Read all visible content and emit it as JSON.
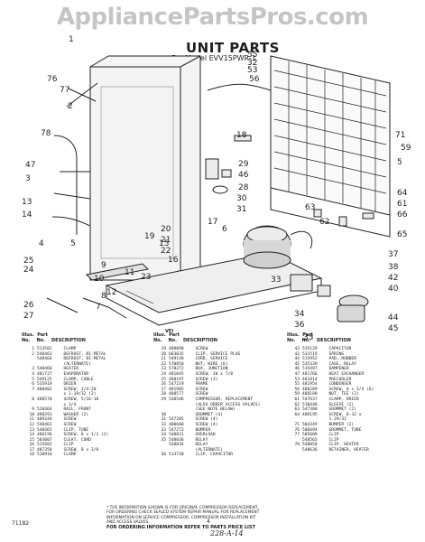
{
  "watermark": "AppliancePartsPros.com",
  "header": {
    "title": "UNIT PARTS",
    "subtitle": "For Model EVV15PWR-1"
  },
  "callouts": [
    "1",
    "76",
    "77",
    "2",
    "78",
    "47",
    "3",
    "13",
    "14",
    "4",
    "5",
    "25",
    "24",
    "26",
    "27",
    "9",
    "10",
    "8",
    "7",
    "12",
    "11",
    "23",
    "22",
    "21",
    "20",
    "19",
    "15",
    "16",
    "18",
    "46",
    "29",
    "28",
    "30",
    "31",
    "17",
    "6",
    "55",
    "32",
    "53",
    "56",
    "71",
    "59",
    "5",
    "64",
    "61",
    "62",
    "63",
    "66",
    "65",
    "37",
    "38",
    "42",
    "40",
    "34",
    "36",
    "35",
    "33",
    "44",
    "45"
  ],
  "column_headers": {
    "illus": "Illus.",
    "part": "Part",
    "no": "No.",
    "no2": "No.",
    "description": "DESCRIPTION"
  },
  "vfi_label": "VFI",
  "parts_col1": [
    {
      "ref": "1",
      "pn": "513581",
      "desc": "CLAMP"
    },
    {
      "ref": "2",
      "pn": "548463",
      "desc": "DEFROST, BI-METAL"
    },
    {
      "ref": "",
      "pn": "548464",
      "desc": "DEFROST, BI-METAL"
    },
    {
      "ref": "",
      "pn": "",
      "desc": "(ALTERNATE)"
    },
    {
      "ref": "3",
      "pn": "548460",
      "desc": "HEATER"
    },
    {
      "ref": "4",
      "pn": "481727",
      "desc": "EVAPORATOR"
    },
    {
      "ref": "5",
      "pn": "549125",
      "desc": "CLAMP, CABLE"
    },
    {
      "ref": "6",
      "pn": "535919",
      "desc": "DRIER"
    },
    {
      "ref": "7",
      "pn": "488402",
      "desc": "SCREW, 1/4-20"
    },
    {
      "ref": "",
      "pn": "",
      "desc": "x 1-19/32 (2)"
    },
    {
      "ref": "8",
      "pn": "488570",
      "desc": "SCREW, 5/16-18"
    },
    {
      "ref": "",
      "pn": "",
      "desc": "x 3/4"
    },
    {
      "ref": "9",
      "pn": "520464",
      "desc": "RAIL, FRONT"
    },
    {
      "ref": "10",
      "pn": "488291",
      "desc": "WASHER (2)"
    },
    {
      "ref": "11",
      "pn": "489244",
      "desc": "SCREW"
    },
    {
      "ref": "12",
      "pn": "548461",
      "desc": "SCREW"
    },
    {
      "ref": "13",
      "pn": "548465",
      "desc": "CLIP, TUBE"
    },
    {
      "ref": "14",
      "pn": "486196",
      "desc": "SCREW, 8 x 1/2 (2)"
    },
    {
      "ref": "15",
      "pn": "503007",
      "desc": "CLEAT, CORD"
    },
    {
      "ref": "16",
      "pn": "515602",
      "desc": "CLIP"
    },
    {
      "ref": "17",
      "pn": "487358",
      "desc": "SCREW, 8 x 3/8"
    },
    {
      "ref": "18",
      "pn": "510918",
      "desc": "CLAMP"
    }
  ],
  "parts_col2": [
    {
      "ref": "19",
      "pn": "488890",
      "desc": "SCREW"
    },
    {
      "ref": "20",
      "pn": "663035",
      "desc": "CLIP, SERVICE PLUG"
    },
    {
      "ref": "21",
      "pn": "549148",
      "desc": "CORD, SERVICE"
    },
    {
      "ref": "22",
      "pn": "570850",
      "desc": "NUT, WIRE (6)"
    },
    {
      "ref": "23",
      "pn": "570272",
      "desc": "BOX, JUNCTION"
    },
    {
      "ref": "24",
      "pn": "481045",
      "desc": "SCREW, 10 x 7/8"
    },
    {
      "ref": "25",
      "pn": "488197",
      "desc": "SCREW (3)"
    },
    {
      "ref": "26",
      "pn": "547219",
      "desc": "FRAME"
    },
    {
      "ref": "27",
      "pn": "481985",
      "desc": "SCREW"
    },
    {
      "ref": "28",
      "pn": "488577",
      "desc": "SCREW"
    },
    {
      "ref": "29",
      "pn": "548546",
      "desc": "COMPRESSOR, REPLACEMENT"
    },
    {
      "ref": "",
      "pn": "",
      "desc": "(ALSO ORDER ACCESS VALVES)"
    },
    {
      "ref": "",
      "pn": "",
      "desc": "(SEE NOTE BELOW)"
    },
    {
      "ref": "30",
      "pn": "",
      "desc": "GROMMET (4)"
    },
    {
      "ref": "31",
      "pn": "547285",
      "desc": "SCREW (4)"
    },
    {
      "ref": "32",
      "pn": "488600",
      "desc": "SCREW (4)"
    },
    {
      "ref": "33",
      "pn": "547272",
      "desc": "BUMPER"
    },
    {
      "ref": "34",
      "pn": "548831",
      "desc": "OVERLOAD"
    },
    {
      "ref": "35",
      "pn": "548836",
      "desc": "RELAY"
    },
    {
      "ref": "",
      "pn": "548834",
      "desc": "RELAY"
    },
    {
      "ref": "",
      "pn": "",
      "desc": "(ALTERNATE)"
    },
    {
      "ref": "36",
      "pn": "513730",
      "desc": "CLIP, CAPACITOR"
    }
  ],
  "parts_col3": [
    {
      "ref": "42",
      "pn": "535129",
      "desc": "CAPACITOR"
    },
    {
      "ref": "43",
      "pn": "531519",
      "desc": "SPRING"
    },
    {
      "ref": "44",
      "pn": "515952",
      "desc": "PAD, RUBBER"
    },
    {
      "ref": "45",
      "pn": "535339",
      "desc": "CASE, RELAY"
    },
    {
      "ref": "46",
      "pn": "515497",
      "desc": "DAMPENER"
    },
    {
      "ref": "47",
      "pn": "481766",
      "desc": "HEAT EXCHANGER"
    },
    {
      "ref": "53",
      "pn": "481814",
      "desc": "PRECOOLER"
    },
    {
      "ref": "55",
      "pn": "481954",
      "desc": "CONDENSER"
    },
    {
      "ref": "56",
      "pn": "488289",
      "desc": "SCREW, 8 x 3/4 (6)"
    },
    {
      "ref": "59",
      "pn": "488180",
      "desc": "NUT, TEE (2)"
    },
    {
      "ref": "61",
      "pn": "547637",
      "desc": "CLAMP, DRIER"
    },
    {
      "ref": "62",
      "pn": "510448",
      "desc": "SLEEVE (2)"
    },
    {
      "ref": "63",
      "pn": "547300",
      "desc": "GROMMET (2)"
    },
    {
      "ref": "64",
      "pn": "488195",
      "desc": "SCREW, 8-32 x"
    },
    {
      "ref": "",
      "pn": "",
      "desc": "1-29/32"
    },
    {
      "ref": "71",
      "pn": "504349",
      "desc": "BUMPER (2)"
    },
    {
      "ref": "76",
      "pn": "506694",
      "desc": "GROMMET, TUBE"
    },
    {
      "ref": "77",
      "pn": "505689",
      "desc": "CLIP"
    },
    {
      "ref": "",
      "pn": "548565",
      "desc": "CLIP"
    },
    {
      "ref": "78",
      "pn": "548858",
      "desc": "CLIP, HEATER"
    },
    {
      "ref": "",
      "pn": "548636",
      "desc": "RETAINER, HEATER"
    }
  ],
  "note_lines": [
    "* THE INFORMATION SHOWN IS FOR ORIGINAL COMPRESSOR REPLACEMENT,",
    "FOR ORDERING CHECK SEALED SYSTEM REPAIR MANUAL FOR REPLACEMENT",
    "INFORMATION ON SERVICE COMPRESSOR, COMPRESSOR INSTALLATION KIT",
    "AND ACCESS VALVES.",
    "FOR ORDERING INFORMATION REFER TO PARTS PRICE LIST"
  ],
  "footer_code": "71182",
  "page_number": "4",
  "handwritten_note": "228-A-14"
}
